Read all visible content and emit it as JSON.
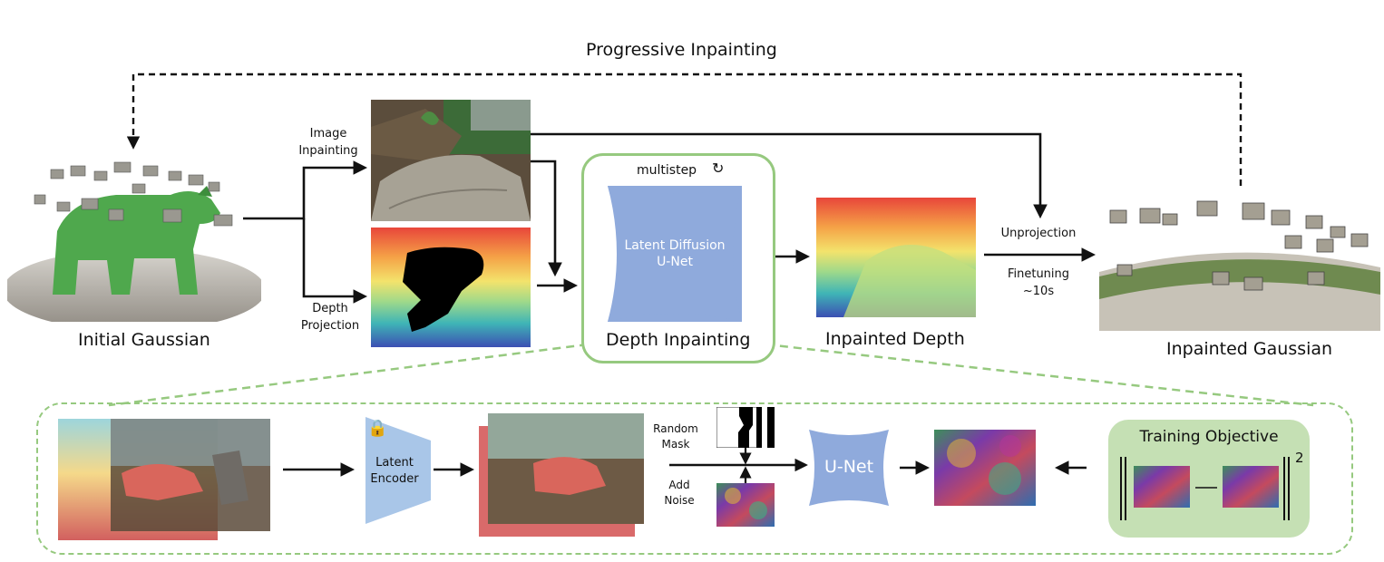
{
  "top_label": "Progressive Inpainting",
  "initial": {
    "caption": "Initial Gaussian"
  },
  "branch": {
    "image_label_1": "Image",
    "image_label_2": "Inpainting",
    "depth_label_1": "Depth",
    "depth_label_2": "Projection"
  },
  "depth_inpainting": {
    "multistep": "multistep",
    "unet_line1": "Latent Diffusion",
    "unet_line2": "U-Net",
    "caption": "Depth Inpainting"
  },
  "inpainted_depth": {
    "caption": "Inpainted Depth"
  },
  "unprojection": {
    "label": "Unprojection",
    "finetune_1": "Finetuning",
    "finetune_2": "~10s"
  },
  "inpainted_gaussian": {
    "caption": "Inpainted Gaussian"
  },
  "training": {
    "encoder_line1": "Latent",
    "encoder_line2": "Encoder",
    "random_mask_1": "Random",
    "random_mask_2": "Mask",
    "add_noise_1": "Add",
    "add_noise_2": "Noise",
    "unet": "U-Net",
    "objective_title": "Training Objective",
    "norm_power": "2"
  },
  "colors": {
    "green_border": "#96c97f",
    "green_fill": "#c5e0b4",
    "unet_blue": "#8faadc",
    "encoder_blue": "#a9c6e8"
  }
}
